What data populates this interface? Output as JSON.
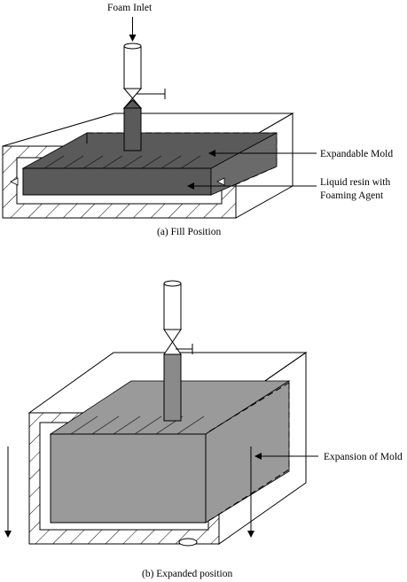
{
  "panel_a": {
    "labels": {
      "foam_inlet": "Foam Inlet",
      "expandable_mold": "Expandable Mold",
      "resin_line1": "Liquid resin with",
      "resin_line2": "Foaming Agent"
    },
    "caption": "(a) Fill Position"
  },
  "panel_b": {
    "labels": {
      "expansion": "Expansion of Mold"
    },
    "caption": "(b) Expanded position"
  },
  "colors": {
    "resin_dark": "#5a5a5a",
    "resin_light": "#9a9a9a",
    "line": "#000000",
    "background": "#ffffff"
  }
}
